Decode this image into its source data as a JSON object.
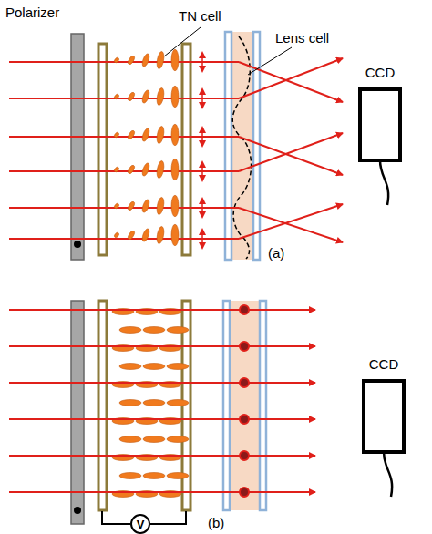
{
  "diagram": {
    "nodes": [
      {
        "text": [
          "CCD"
        ]
      },
      {
        "text": [
          "CCD"
        ]
      },
      {
        "text": [
          "V"
        ]
      }
    ],
    "labels": [
      "Polarizer",
      "TN cell",
      "Lens cell",
      "(a)",
      "(b)"
    ]
  }
}
